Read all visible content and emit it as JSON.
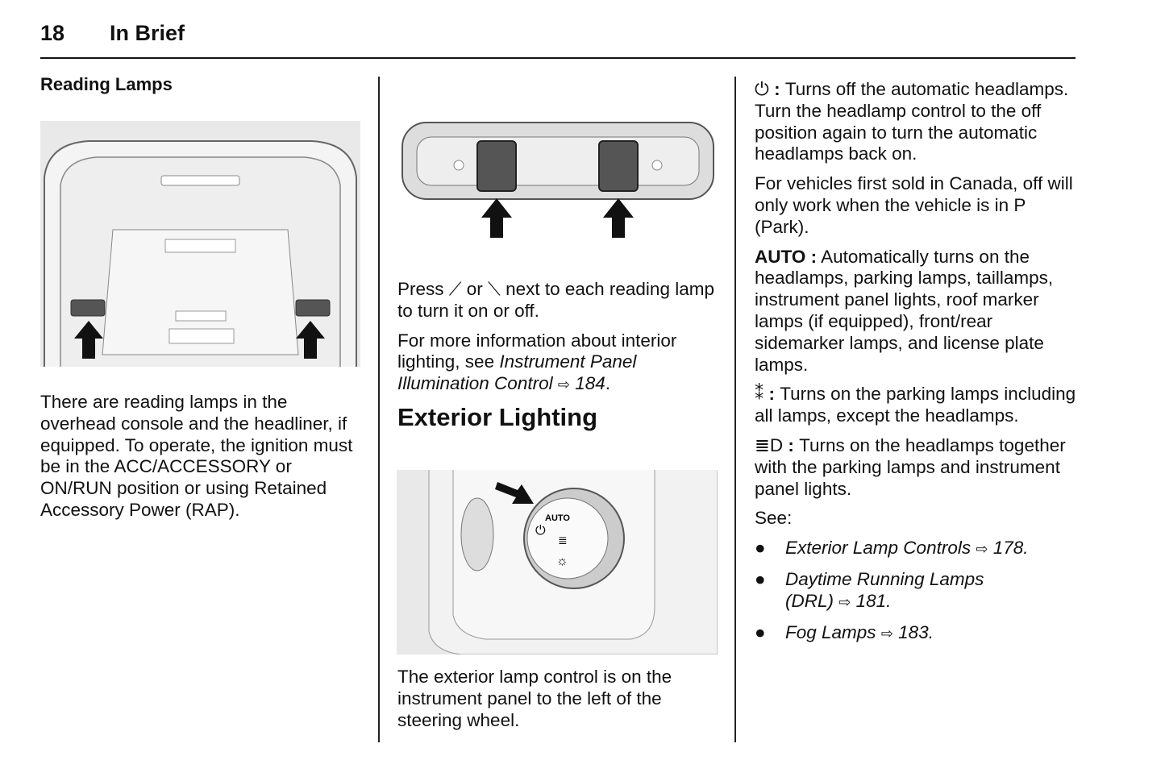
{
  "header": {
    "page_number": "18",
    "title": "In Brief"
  },
  "col1": {
    "heading": "Reading Lamps",
    "body": "There are reading lamps in the overhead console and the headliner, if equipped. To operate, the ignition must be in the ACC/ACCESSORY or ON/RUN position or using Retained Accessory Power (RAP)."
  },
  "col2": {
    "press_a": "Press ",
    "press_or": " or ",
    "press_b": " next to each reading lamp to turn it on or off.",
    "more_a": "For more information about interior lighting, see ",
    "more_link": "Instrument Panel Illumination Control",
    "ref_arrow": "⇨",
    "more_page": " 184",
    "period": ".",
    "section_title": "Exterior Lighting",
    "ext_body": "The exterior lamp control is on the instrument panel to the left of the steering wheel.",
    "dial_auto": "AUTO"
  },
  "col3": {
    "off_text": "Turns off the automatic headlamps. Turn the headlamp control to the off position again to turn the automatic headlamps back on.",
    "canada": "For vehicles first sold in Canada, off will only work when the vehicle is in P (Park).",
    "auto_label": "AUTO :",
    "auto_text": " Automatically turns on the headlamps, parking lamps, taillamps, instrument panel lights, roof marker lamps (if equipped), front/rear sidemarker lamps, and license plate lamps.",
    "parking_text": "Turns on the parking lamps including all lamps, except the headlamps.",
    "headlamp_text": "Turns on the headlamps together with the parking lamps and instrument panel lights.",
    "colon": " : ",
    "see": "See:",
    "refs": [
      {
        "title": "Exterior Lamp Controls",
        "page": " 178."
      },
      {
        "title": "Daytime Running Lamps (DRL)",
        "page": " 181."
      },
      {
        "title": "Fog Lamps",
        "page": " 183."
      }
    ]
  }
}
